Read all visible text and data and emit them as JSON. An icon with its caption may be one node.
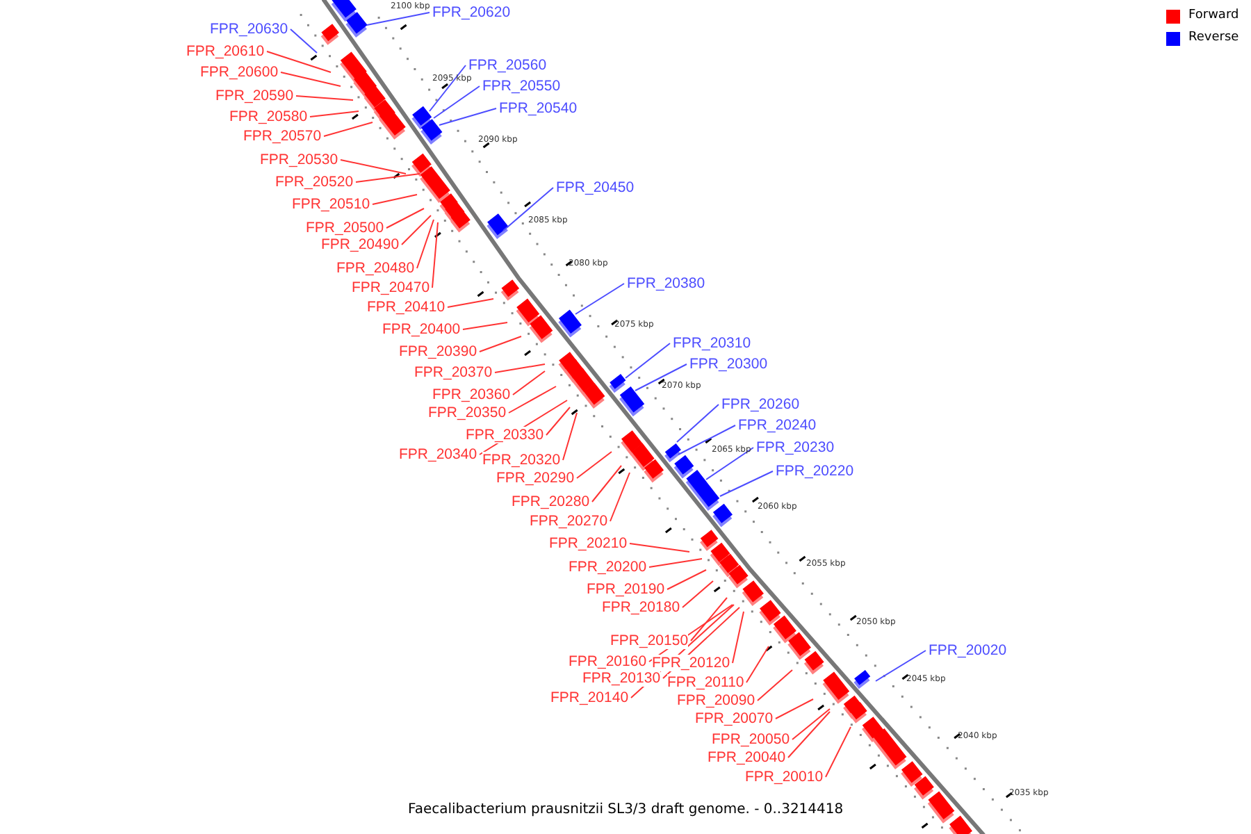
{
  "diagram": {
    "caption": "Faecalibacterium prausnitzii SL3/3 draft genome. - 0..3214418",
    "nodes": [
      {
        "text": [
          "FPR_20620"
        ]
      },
      {
        "text": [
          "FPR_20630"
        ]
      },
      {
        "text": [
          "FPR_20610"
        ]
      },
      {
        "text": [
          "FPR_20560"
        ]
      },
      {
        "text": [
          "FPR_20600"
        ]
      },
      {
        "text": [
          "FPR_20550"
        ]
      },
      {
        "text": [
          "FPR_20590"
        ]
      },
      {
        "text": [
          "FPR_20540"
        ]
      },
      {
        "text": [
          "FPR_20580"
        ]
      },
      {
        "text": [
          "FPR_20570"
        ]
      },
      {
        "text": [
          "FPR_20530"
        ]
      },
      {
        "text": [
          "FPR_20520"
        ]
      },
      {
        "text": [
          "FPR_20450"
        ]
      },
      {
        "text": [
          "FPR_20510"
        ]
      },
      {
        "text": [
          "FPR_20500"
        ]
      },
      {
        "text": [
          "FPR_20490"
        ]
      },
      {
        "text": [
          "FPR_20480"
        ]
      },
      {
        "text": [
          "FPR_20380"
        ]
      },
      {
        "text": [
          "FPR_20470"
        ]
      },
      {
        "text": [
          "FPR_20410"
        ]
      },
      {
        "text": [
          "FPR_20400"
        ]
      },
      {
        "text": [
          "FPR_20310"
        ]
      },
      {
        "text": [
          "FPR_20390"
        ]
      },
      {
        "text": [
          "FPR_20300"
        ]
      },
      {
        "text": [
          "FPR_20370"
        ]
      },
      {
        "text": [
          "FPR_20360"
        ]
      },
      {
        "text": [
          "FPR_20260"
        ]
      },
      {
        "text": [
          "FPR_20350"
        ]
      },
      {
        "text": [
          "FPR_20240"
        ]
      },
      {
        "text": [
          "FPR_20330"
        ]
      },
      {
        "text": [
          "FPR_20230"
        ]
      },
      {
        "text": [
          "FPR_20340"
        ]
      },
      {
        "text": [
          "FPR_20320"
        ]
      },
      {
        "text": [
          "FPR_20220"
        ]
      },
      {
        "text": [
          "FPR_20290"
        ]
      },
      {
        "text": [
          "FPR_20280"
        ]
      },
      {
        "text": [
          "FPR_20270"
        ]
      },
      {
        "text": [
          "FPR_20210"
        ]
      },
      {
        "text": [
          "FPR_20200"
        ]
      },
      {
        "text": [
          "FPR_20190"
        ]
      },
      {
        "text": [
          "FPR_20180"
        ]
      },
      {
        "text": [
          "FPR_20150"
        ]
      },
      {
        "text": [
          "FPR_20020"
        ]
      },
      {
        "text": [
          "FPR_20160"
        ]
      },
      {
        "text": [
          "FPR_20120"
        ]
      },
      {
        "text": [
          "FPR_20130"
        ]
      },
      {
        "text": [
          "FPR_20110"
        ]
      },
      {
        "text": [
          "FPR_20140"
        ]
      },
      {
        "text": [
          "FPR_20090"
        ]
      },
      {
        "text": [
          "FPR_20070"
        ]
      },
      {
        "text": [
          "FPR_20050"
        ]
      },
      {
        "text": [
          "FPR_20040"
        ]
      },
      {
        "text": [
          "FPR_20010"
        ]
      }
    ],
    "edges": [
      {
        "from": 0,
        "to": null,
        "arrow": "none",
        "color": "#4d4dff"
      },
      {
        "from": 1,
        "to": null,
        "arrow": "none",
        "color": "#4d4dff"
      },
      {
        "from": 2,
        "to": null,
        "arrow": "none"
      },
      {
        "from": 3,
        "to": null,
        "arrow": "none",
        "color": "#4d4dff"
      },
      {
        "from": 4,
        "to": null,
        "arrow": "none"
      },
      {
        "from": 5,
        "to": null,
        "arrow": "none",
        "color": "#4d4dff"
      },
      {
        "from": 6,
        "to": null,
        "arrow": "none"
      },
      {
        "from": 7,
        "to": null,
        "arrow": "none",
        "color": "#4d4dff"
      },
      {
        "from": 8,
        "to": null,
        "arrow": "none"
      },
      {
        "from": 9,
        "to": null,
        "arrow": "none"
      },
      {
        "from": 10,
        "to": null,
        "arrow": "none"
      },
      {
        "from": 11,
        "to": null,
        "arrow": "none"
      },
      {
        "from": 12,
        "to": null,
        "arrow": "none",
        "color": "#4d4dff"
      },
      {
        "from": 13,
        "to": null,
        "arrow": "none"
      },
      {
        "from": 14,
        "to": null,
        "arrow": "none"
      },
      {
        "from": 15,
        "to": null,
        "arrow": "none"
      },
      {
        "from": 16,
        "to": null,
        "arrow": "none"
      },
      {
        "from": 17,
        "to": null,
        "arrow": "none",
        "color": "#4d4dff"
      },
      {
        "from": 18,
        "to": null,
        "arrow": "none"
      },
      {
        "from": 19,
        "to": null,
        "arrow": "none"
      },
      {
        "from": 20,
        "to": null,
        "arrow": "none"
      },
      {
        "from": 21,
        "to": null,
        "arrow": "none",
        "color": "#4d4dff"
      },
      {
        "from": 22,
        "to": null,
        "arrow": "none"
      },
      {
        "from": 23,
        "to": null,
        "arrow": "none",
        "color": "#4d4dff"
      },
      {
        "from": 24,
        "to": null,
        "arrow": "none"
      },
      {
        "from": 25,
        "to": null,
        "arrow": "none"
      },
      {
        "from": 26,
        "to": null,
        "arrow": "none",
        "color": "#4d4dff"
      },
      {
        "from": 27,
        "to": null,
        "arrow": "none"
      },
      {
        "from": 28,
        "to": null,
        "arrow": "none",
        "color": "#4d4dff"
      },
      {
        "from": 29,
        "to": null,
        "arrow": "none"
      },
      {
        "from": 30,
        "to": null,
        "arrow": "none",
        "color": "#4d4dff"
      },
      {
        "from": 31,
        "to": null,
        "arrow": "none"
      },
      {
        "from": 32,
        "to": null,
        "arrow": "none"
      },
      {
        "from": 33,
        "to": null,
        "arrow": "none",
        "color": "#4d4dff"
      },
      {
        "from": 34,
        "to": null,
        "arrow": "none"
      },
      {
        "from": 35,
        "to": null,
        "arrow": "none"
      },
      {
        "from": 36,
        "to": null,
        "arrow": "none"
      },
      {
        "from": 37,
        "to": null,
        "arrow": "none"
      },
      {
        "from": 38,
        "to": null,
        "arrow": "none"
      },
      {
        "from": 39,
        "to": null,
        "arrow": "none"
      },
      {
        "from": 40,
        "to": null,
        "arrow": "none"
      },
      {
        "from": 41,
        "to": null,
        "arrow": "none"
      },
      {
        "from": 42,
        "to": null,
        "arrow": "none",
        "color": "#4d4dff"
      },
      {
        "from": 43,
        "to": null,
        "arrow": "none"
      },
      {
        "from": 44,
        "to": null,
        "arrow": "none"
      },
      {
        "from": 45,
        "to": null,
        "arrow": "none"
      },
      {
        "from": 46,
        "to": null,
        "arrow": "none"
      },
      {
        "from": 47,
        "to": null,
        "arrow": "none"
      },
      {
        "from": 48,
        "to": null,
        "arrow": "none"
      },
      {
        "from": 49,
        "to": null,
        "arrow": "none"
      },
      {
        "from": 50,
        "to": null,
        "arrow": "none"
      },
      {
        "from": 51,
        "to": null,
        "arrow": "none"
      },
      {
        "from": 52,
        "to": null,
        "arrow": "none"
      }
    ],
    "labels": [
      "2100 kbp",
      "2095 kbp",
      "2090 kbp",
      "2085 kbp",
      "2080 kbp",
      "2075 kbp",
      "2070 kbp",
      "2065 kbp",
      "2060 kbp",
      "2055 kbp",
      "2050 kbp",
      "2045 kbp",
      "2040 kbp",
      "2035 kbp"
    ],
    "legend": [
      {
        "text": "Forward",
        "color": "#ff0000"
      },
      {
        "text": "Reverse",
        "color": "#0000ff"
      }
    ]
  }
}
